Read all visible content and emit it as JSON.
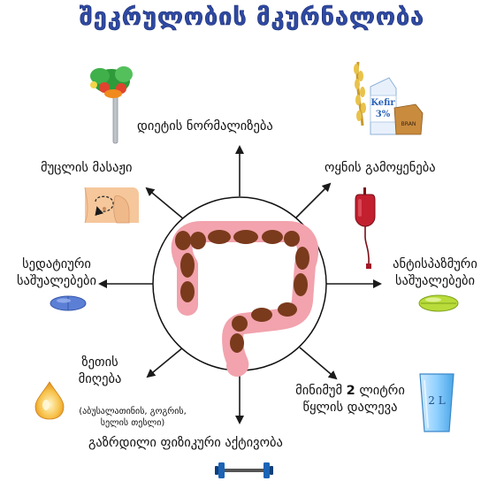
{
  "title": "შეკრულობის მკურნალობა",
  "items": {
    "diet": "დიეტის ნორმალიზება",
    "massage": "მუცლის მასაჟი",
    "kefir_use": "ოყნის გამოყენება",
    "sedatives_1": "სედატიური",
    "sedatives_2": "საშუალებები",
    "antispasm_1": "ანტისპაზმური",
    "antispasm_2": "საშუალებები",
    "oil_1": "ზეთის",
    "oil_2": "მიღება",
    "oil_note_1": "(აბუსალათინის, გოგრის,",
    "oil_note_2": "სელის თესლი)",
    "water_1_a": "მინიმუმ",
    "water_1_b": "2",
    "water_1_c": "ლიტრი",
    "water_2": "წყლის დალევა",
    "activity": "გაზრდილი ფიზიკური აქტივობა"
  },
  "icons": {
    "kefir_label": "Kefir",
    "kefir_pct": "3%",
    "bran_label": "BRAN",
    "water_glass": "2 L"
  },
  "colors": {
    "title": "#2f4aa3",
    "arrow": "#1a1a1a",
    "intestine": "#7a3a1c",
    "intestine_outline": "#f2a3ad",
    "sedative_pill": "#5c7fd6",
    "antispasm_pill": "#b9dc3a"
  }
}
